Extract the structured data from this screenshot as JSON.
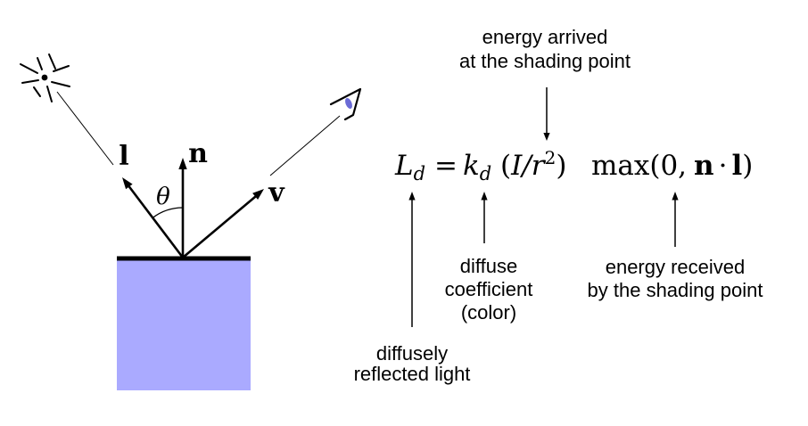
{
  "colors": {
    "surface": "#aaaaff",
    "eye_iris": "#6b6bd6",
    "ink": "#000000"
  },
  "diagram": {
    "light_vector_label": "l",
    "normal_vector_label": "n",
    "view_vector_label": "v",
    "angle_label": "θ"
  },
  "equation": {
    "result": "L",
    "result_sub": "d",
    "equals": "=",
    "coefficient": "k",
    "coefficient_sub": "d",
    "open_paren": "(",
    "falloff": "I/r",
    "falloff_exp": "2",
    "close_paren": ")",
    "max_open": "max(0,",
    "normal": "n",
    "dot": "·",
    "light": "l",
    "max_close": ")"
  },
  "annotations": {
    "energy_arrived": {
      "line1": "energy arrived",
      "line2": "at the shading point"
    },
    "diffusely_reflected": {
      "line1": "diffusely",
      "line2": "reflected light"
    },
    "diffuse_coefficient": {
      "line1": "diffuse",
      "line2": "coefficient",
      "line3": "(color)"
    },
    "energy_received": {
      "line1": "energy received",
      "line2": "by the shading point"
    }
  }
}
